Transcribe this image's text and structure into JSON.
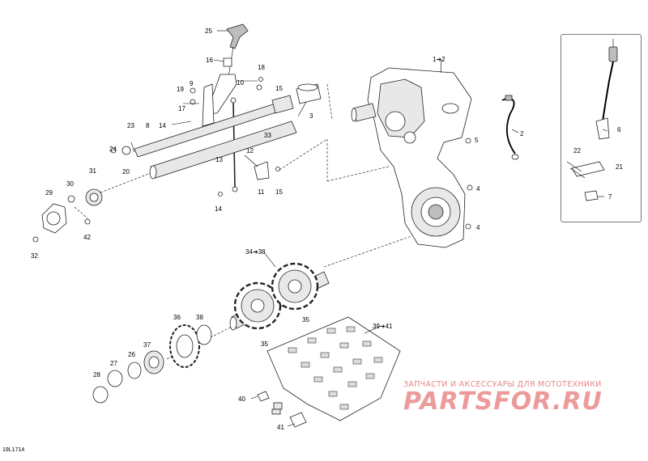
{
  "diagram_code": "19L1714",
  "watermark": {
    "line1": "ЗАПЧАСТИ И АКСЕССУАРЫ ДЛЯ МОТОТЕХНИКИ",
    "line2": "PARTSFOR.RU"
  },
  "callouts": {
    "c1_2": "1➔2",
    "c2": "2",
    "c3": "3",
    "c4a": "4",
    "c4b": "4",
    "c5": "5",
    "c6": "6",
    "c7": "7",
    "c8": "8",
    "c9": "9",
    "c10": "10",
    "c11": "11",
    "c12": "12",
    "c13": "13",
    "c14a": "14",
    "c14b": "14",
    "c15a": "15",
    "c15b": "15",
    "c16": "16",
    "c17": "17",
    "c18": "18",
    "c19": "19",
    "c20": "20",
    "c21": "21",
    "c22": "22",
    "c23": "23",
    "c24": "24",
    "c25": "25",
    "c26": "26",
    "c27": "27",
    "c28": "28",
    "c29": "29",
    "c30": "30",
    "c31": "31",
    "c32": "32",
    "c33": "33",
    "c34_38": "34➔38",
    "c35a": "35",
    "c35b": "35",
    "c36": "36",
    "c37": "37",
    "c38": "38",
    "c39_41": "39➔41",
    "c40": "40",
    "c41": "41",
    "c42": "42"
  }
}
